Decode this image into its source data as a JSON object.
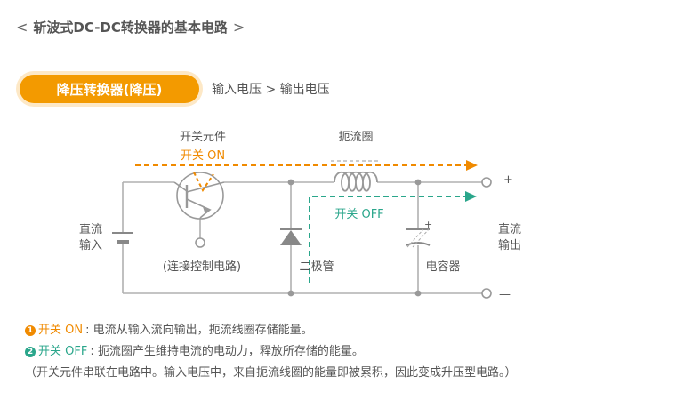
{
  "header": {
    "title": "斩波式DC-DC转换器的基本电路"
  },
  "tag": {
    "label": "降压转换器(降压)",
    "description": "输入电压 > 输出电压"
  },
  "diagram": {
    "switch_element": "开关元件",
    "switch_on": "开关 ON",
    "switch_off": "开关 OFF",
    "inductor": "扼流圈",
    "dc_input": [
      "直流",
      "输入"
    ],
    "dc_output": [
      "直流",
      "输出"
    ],
    "connect_control": "(连接控制电路)",
    "diode": "二极管",
    "capacitor": "电容器",
    "plus": "+",
    "minus": "—",
    "cap_plus": "+"
  },
  "notes": {
    "on_num": "1",
    "on_label": "开关 ON",
    "on_text": ": 电流从输入流向输出，扼流线圈存储能量。",
    "off_num": "2",
    "off_label": "开关 OFF",
    "off_text": ": 扼流圈产生维持电流的电动力，释放所存储的能量。",
    "footnote": "（开关元件串联在电路中。输入电压中，来自扼流线圈的能量即被累积，因此变成升压型电路。）"
  },
  "colors": {
    "on": "#f08a00",
    "off": "#2aa68b",
    "wire": "#b0b0b0",
    "accent": "#f39a00"
  }
}
